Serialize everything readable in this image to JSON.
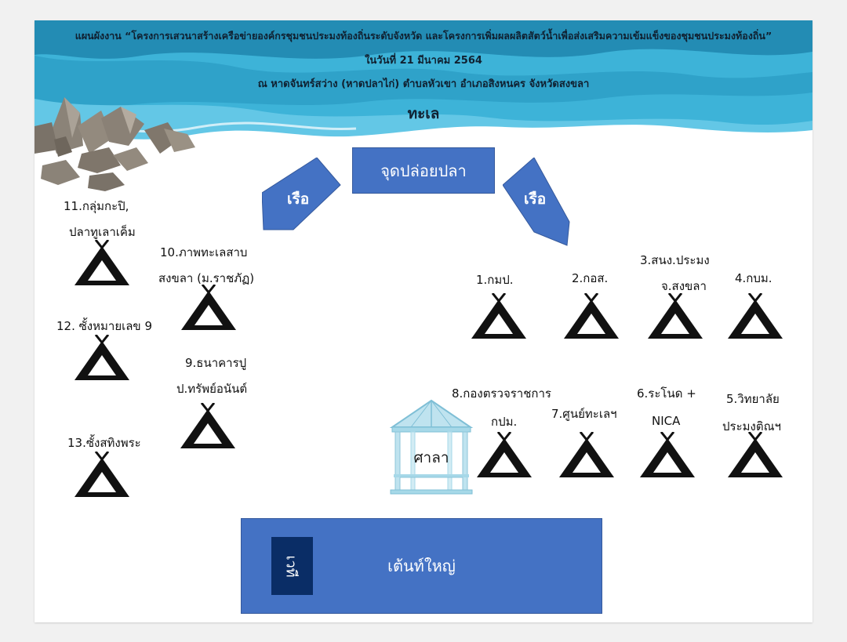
{
  "header": {
    "title": "แผนผังงาน “โครงการเสวนาสร้างเครือข่ายองค์กรชุมชนประมงท้องถิ่นระดับจังหวัด และโครงการเพิ่มผลผลิตสัตว์น้ำเพื่อส่งเสริมความเข้มแข็งของชุมชนประมงท้องถิ่น”",
    "date": "ในวันที่ 21 มีนาคม 2564",
    "venue": "ณ หาดจันทร์สว่าง (หาดปลาไก่) ตำบลหัวเขา อำเภอสิงหนคร จังหวัดสงขลา"
  },
  "sea_label": "ทะเล",
  "release_point": "จุดปล่อยปลา",
  "boats": {
    "left": "เรือ",
    "right": "เรือ"
  },
  "pavilion_label": "ศาลา",
  "big_tent_label": "เต้นท์ใหญ่",
  "stage_label": "เวที",
  "tents": {
    "t1": "1.กมป.",
    "t2": "2.กอส.",
    "t3": {
      "line1": "3.สนง.ประมง",
      "line2": "จ.สงขลา"
    },
    "t4": "4.กบม.",
    "t5": {
      "line1": "5.วิทยาลัย",
      "line2": "ประมงติณฯ"
    },
    "t6": {
      "line1": "6.ระโนด +",
      "line2": "NICA"
    },
    "t7": "7.ศูนย์ทะเลฯ",
    "t8": {
      "line1": "8.กองตรวจราชการ",
      "line2": "กปม."
    },
    "t9": {
      "line1": "9.ธนาคารปู",
      "line2": "ป.ทรัพย์อนันต์"
    },
    "t10": {
      "line1": "10.ภาพทะเลสาบ",
      "line2": "สงขลา (ม.ราชภัฏ)"
    },
    "t11": {
      "line1": "11.กลุ่มกะปิ,",
      "line2": "ปลาทูเลาเค็ม"
    },
    "t12": "12. ซั้งหมายเลข 9",
    "t13": "13.ซั้งสทิงพระ"
  },
  "colors": {
    "sea_light": "#5fc4e4",
    "sea_mid": "#2aa3cc",
    "sea_dark": "#1b7fa8",
    "box_blue": "#4472c4",
    "stage_navy": "#0a2d66",
    "pavilion": "#a6d8e8",
    "tent": "#111111"
  },
  "icons": [
    "tent-icon",
    "rocks-icon",
    "pavilion-icon",
    "boat-arrow-icon"
  ]
}
